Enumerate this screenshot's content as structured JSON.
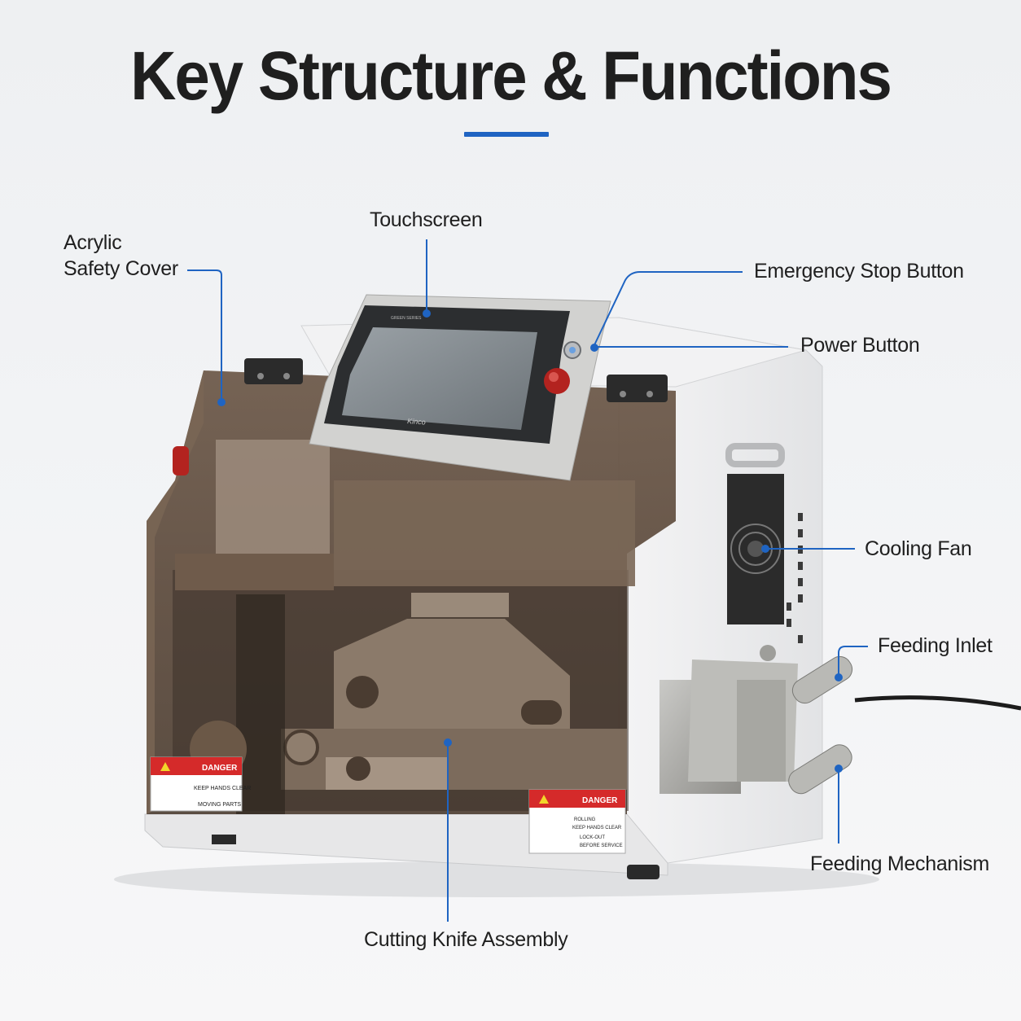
{
  "title": "Key Structure & Functions",
  "colors": {
    "accent": "#1f64c2",
    "text": "#1f1f1f"
  },
  "callouts": {
    "acrylic_line1": "Acrylic",
    "acrylic_line2": "Safety Cover",
    "touchscreen": "Touchscreen",
    "emergency_stop": "Emergency Stop Button",
    "power_button": "Power Button",
    "cooling_fan": "Cooling Fan",
    "feeding_inlet": "Feeding Inlet",
    "feeding_mechanism": "Feeding Mechanism",
    "cutting_knife": "Cutting Knife Assembly"
  },
  "machine": {
    "screen_brand": "Kinco",
    "screen_series": "GREEN SERIES",
    "warning_left": {
      "header": "DANGER",
      "line1": "KEEP HANDS CLEAR",
      "line2": "MOVING PARTS"
    },
    "warning_right": {
      "header": "DANGER",
      "line1": "ROLLING",
      "line2": "KEEP HANDS CLEAR",
      "line3": "LOCK-OUT",
      "line4": "BEFORE SERVICE"
    }
  }
}
